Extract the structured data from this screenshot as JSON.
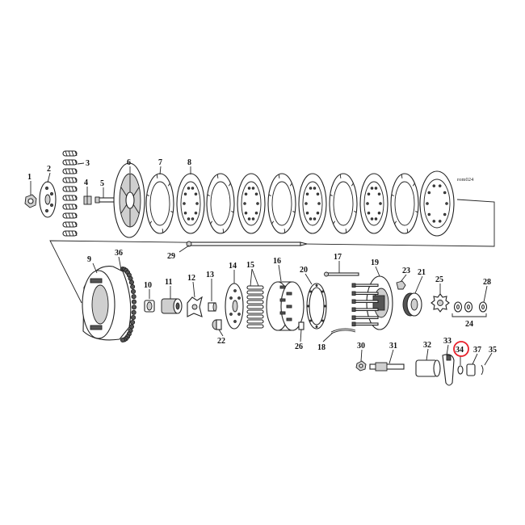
{
  "drawing_code": "rom024",
  "highlight_color": "#e8202a",
  "callouts": {
    "c1": "1",
    "c2": "2",
    "c3": "3",
    "c4": "4",
    "c5": "5",
    "c6": "6",
    "c7": "7",
    "c8": "8",
    "c9": "9",
    "c10": "10",
    "c11": "11",
    "c12": "12",
    "c13": "13",
    "c14": "14",
    "c15": "15",
    "c16": "16",
    "c17": "17",
    "c18": "18",
    "c19": "19",
    "c20": "20",
    "c21": "21",
    "c22": "22",
    "c23": "23",
    "c24": "24",
    "c25": "25",
    "c26": "26",
    "c28": "28",
    "c29": "29",
    "c30": "30",
    "c31": "31",
    "c32": "32",
    "c33": "33",
    "c34": "34",
    "c35": "35",
    "c36": "36",
    "c37": "37"
  },
  "highlighted_callout": "34"
}
